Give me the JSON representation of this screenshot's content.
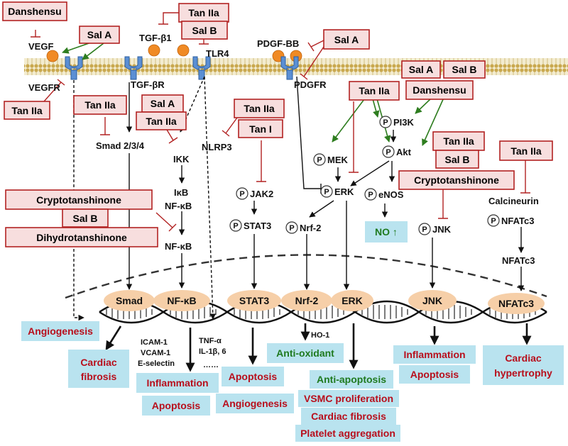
{
  "drugs": {
    "danshensu_top": "Danshensu",
    "sala_vegf": "Sal A",
    "tan2a_vegfr": "Tan IIa",
    "tan2a_tgf": "Tan IIa",
    "salb_tlr4": "Sal B",
    "sala_pdgf": "Sal A",
    "tan2a_smad": "Tan IIa",
    "sala_ikk": "Sal A",
    "tan2a_ikk": "Tan IIa",
    "tan2a_nlrp3": "Tan IIa",
    "tan1_jak2": "Tan I",
    "sala_right": "Sal A",
    "salb_right": "Sal B",
    "tan2a_mek": "Tan IIa",
    "danshensu_right": "Danshensu",
    "tan2a_jnk": "Tan IIa",
    "salb_jnk": "Sal B",
    "crypto_jnk": "Cryptotanshinone",
    "tan2a_calcineurin": "Tan IIa",
    "crypto_nfkb": "Cryptotanshinone",
    "salb_nfkb": "Sal B",
    "dihydro_nfkb": "Dihydrotanshinone"
  },
  "signals": {
    "vegf": "VEGF",
    "vegfr": "VEGFR",
    "tgfb1": "TGF-β1",
    "tgfbr": "TGF-βR",
    "tlr4": "TLR4",
    "pdgfbb": "PDGF-BB",
    "pdgfr": "PDGFR",
    "smad234": "Smad 2/3/4",
    "ikk": "IKK",
    "ikb": "IκB",
    "nfkb_complex": "NF-κB",
    "nfkb": "NF-κB",
    "nlrp3": "NLRP3",
    "jak2": "JAK2",
    "stat3": "STAT3",
    "mek": "MEK",
    "erk": "ERK",
    "pi3k": "PI3K",
    "akt": "Akt",
    "enos": "eNOS",
    "no": "NO ↑",
    "nrf2": "Nrf-2",
    "jnk": "JNK",
    "calcineurin": "Calcineurin",
    "nfatc3": "NFATc3",
    "nfatc3_cyto": "NFATc3",
    "phospho": "P"
  },
  "transcription_factors": [
    "Smad",
    "NF-κB",
    "STAT3",
    "Nrf-2",
    "ERK",
    "JNK",
    "NFATc3"
  ],
  "genes": {
    "icam1": "ICAM-1",
    "vcam1": "VCAM-1",
    "eselectin": "E-selectin",
    "tnfa": "TNF-α",
    "il1b6": "IL-1β, 6",
    "ellipsis": "……",
    "ho1": "HO-1"
  },
  "outcomes": {
    "angiogenesis_left": "Angiogenesis",
    "cardiac_fibrosis_left": "Cardiac fibrosis",
    "inflammation_mid": "Inflammation",
    "apoptosis_mid": "Apoptosis",
    "apoptosis_stat3": "Apoptosis",
    "angiogenesis_mid": "Angiogenesis",
    "anti_oxidant": "Anti-oxidant",
    "anti_apoptosis": "Anti-apoptosis",
    "vsmc_proliferation": "VSMC proliferation",
    "cardiac_fibrosis_erk": "Cardiac fibrosis",
    "platelet_aggregation": "Platelet aggregation",
    "inflammation_jnk": "Inflammation",
    "apoptosis_jnk": "Apoptosis",
    "cardiac_hypertrophy": "Cardiac hypertrophy"
  },
  "colors": {
    "drug_fill": "#f7dede",
    "drug_border": "#b22222",
    "inhibition": "#b22222",
    "activation_green": "#2e7d1f",
    "tf_oval": "#f6cfa8",
    "outcome_box": "#b9e3ef",
    "outcome_text_red": "#b80f1c",
    "outcome_text_green": "#1f7a1f",
    "membrane": "#d8c178"
  },
  "icons": {
    "ligand": "orange-sphere-icon",
    "receptor": "blue-receptor-icon",
    "dna": "dna-helix-icon"
  }
}
